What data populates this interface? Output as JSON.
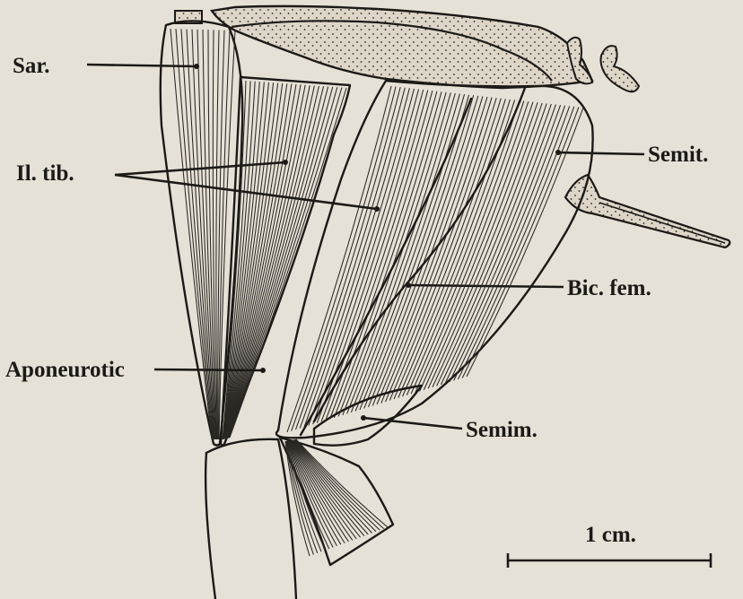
{
  "labels": {
    "sar": "Sar.",
    "il_tib": "Il. tib.",
    "semit": "Semit.",
    "bic_fem": "Bic. fem.",
    "aponeurotic": "Aponeurotic",
    "semim": "Semim."
  },
  "scale_bar": {
    "label": "1 cm."
  },
  "colors": {
    "paper": "#e6e1d6",
    "ink": "#1c1a17",
    "stipple_fill": "#ddd6c8"
  }
}
